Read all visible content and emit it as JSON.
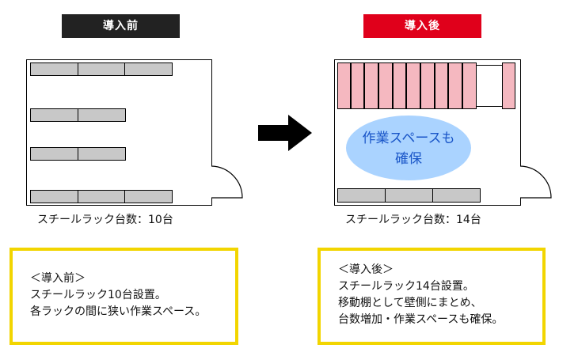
{
  "before": {
    "header": "導入前",
    "header_color": "#222222",
    "count_label": "スチールラック台数：10台",
    "note_lines": [
      "＜導入前＞",
      "スチールラック10台設置。",
      "各ラックの間に狭い作業スペース。"
    ]
  },
  "after": {
    "header": "導入後",
    "header_color": "#e0001b",
    "count_label": "スチールラック台数：14台",
    "workspace_label_1": "作業スペースも",
    "workspace_label_2": "確保",
    "note_lines": [
      "＜導入後＞",
      "スチールラック14台設置。",
      "移動棚として壁側にまとめ、",
      "台数増加・作業スペースも確保。"
    ]
  },
  "colors": {
    "rack_gray": "#c8c8c8",
    "mobile_rack_pink": "#f5b8c0",
    "workspace_blue": "#aad3ff",
    "note_border_yellow": "#f2d500"
  },
  "icons": {
    "arrow": "right-arrow-icon",
    "door": "door-swing-icon"
  }
}
